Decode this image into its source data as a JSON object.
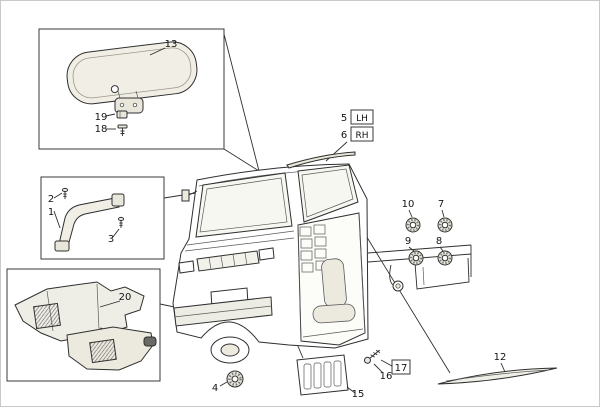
{
  "diagram": {
    "type": "exploded-parts-diagram-van-cab-interior-trim",
    "background": "#ffffff",
    "line_color": "#2f2f2f",
    "part_fill": "#f1efe5",
    "labels": {
      "n1": "1",
      "n2": "2",
      "n3": "3",
      "n4": "4",
      "n5": "5",
      "n6": "6",
      "n7": "7",
      "n8": "8",
      "n9": "9",
      "n10": "10",
      "n12": "12",
      "n13": "13",
      "n15": "15",
      "n16": "16",
      "n17": "17",
      "n18": "18",
      "n19": "19",
      "n20": "20",
      "lh": "LH",
      "rh": "RH"
    }
  }
}
